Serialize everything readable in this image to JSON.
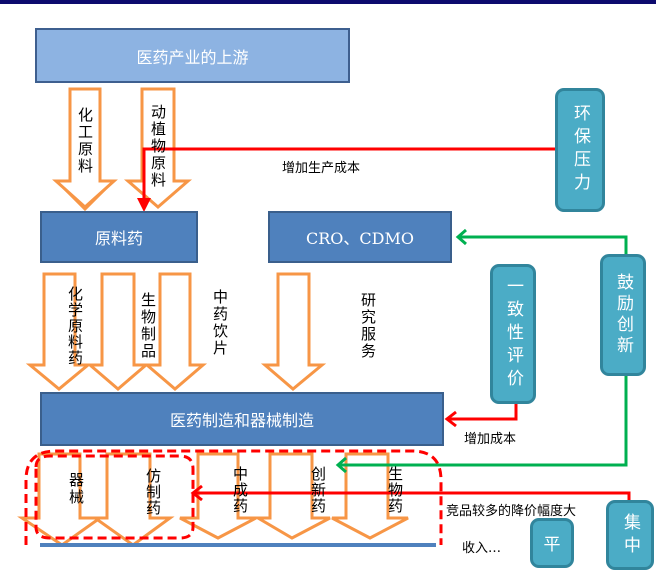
{
  "diagram": {
    "title_bar_color": "#0d0a6e",
    "nodes": {
      "upstream": "医药产业的上游",
      "api": "原料药",
      "cro": "CRO、CDMO",
      "manufacturing": "医药制造和器械制造"
    },
    "upstream_inputs": [
      "化工原料",
      "动植物原料"
    ],
    "api_outputs": [
      "化学原料药",
      "生物制品",
      "中药饮片"
    ],
    "cro_outputs": [
      "研究服务"
    ],
    "products": [
      "器械",
      "仿制药",
      "中成药",
      "创新药",
      "生物药"
    ],
    "policy_factors": {
      "env": "环保压力",
      "consistency": "一致性评价",
      "innovation": "鼓励创新",
      "centralized": "集中",
      "partial_left": "平"
    },
    "edge_labels": {
      "env_effect": "增加生产成本",
      "consistency_effect": "增加成本",
      "price_effect": "竞品较多的降价幅度大",
      "partial_bottom": "收入…"
    },
    "colors": {
      "box_light": "#8db3e2",
      "box_dark": "#4f81bd",
      "pill": "#4bacc6",
      "orange_arrow": "#f79646",
      "red_line": "#ff0000",
      "green_line": "#00b050"
    }
  }
}
